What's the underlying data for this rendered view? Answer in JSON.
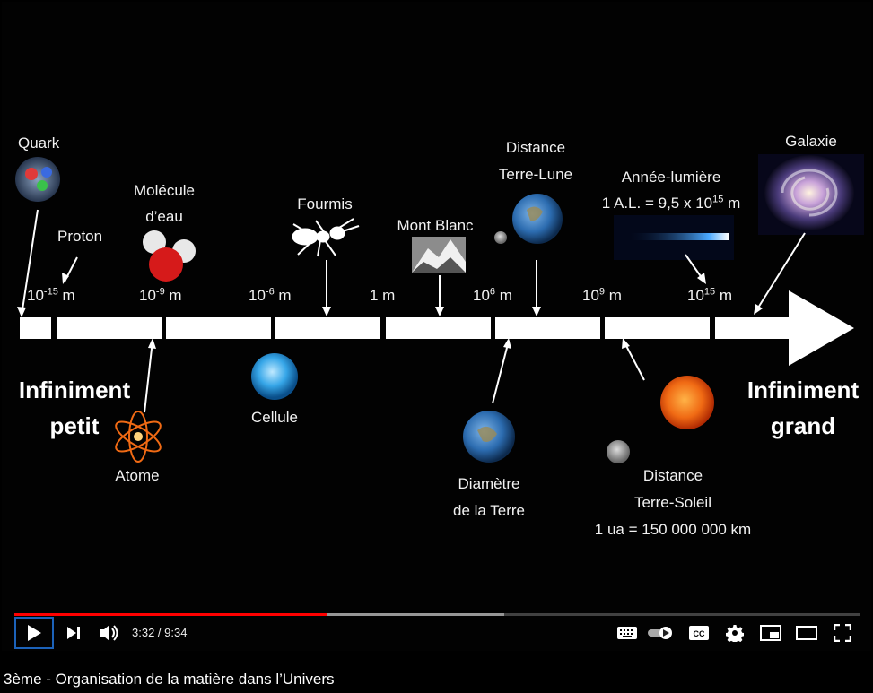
{
  "video": {
    "labels": {
      "quark": "Quark",
      "proton": "Proton",
      "molecule_line1": "Molécule",
      "molecule_line2": "d’eau",
      "fourmis": "Fourmis",
      "mont_blanc": "Mont Blanc",
      "distance_tl_line1": "Distance",
      "distance_tl_line2": "Terre-Lune",
      "annee_lumiere": "Année-lumière",
      "al_value_prefix": "1 A.L. = 9,5 x 10",
      "al_value_exp": "15",
      "al_value_suffix": " m",
      "galaxie": "Galaxie",
      "atome": "Atome",
      "cellule": "Cellule",
      "diametre_line1": "Diamètre",
      "diametre_line2": "de la Terre",
      "distance_ts_line1": "Distance",
      "distance_ts_line2": "Terre-Soleil",
      "ua_value": "1 ua = 150 000 000 km",
      "infiniment_petit_line1": "Infiniment",
      "infiniment_petit_line2": "petit",
      "infiniment_grand_line1": "Infiniment",
      "infiniment_grand_line2": "grand"
    },
    "scale": [
      {
        "base": "10",
        "exp": "-15",
        "unit": " m"
      },
      {
        "base": "10",
        "exp": "-9",
        "unit": " m"
      },
      {
        "base": "10",
        "exp": "-6",
        "unit": " m"
      },
      {
        "base": "1 m",
        "exp": "",
        "unit": ""
      },
      {
        "base": "10",
        "exp": "6",
        "unit": " m"
      },
      {
        "base": "10",
        "exp": "9",
        "unit": " m"
      },
      {
        "base": "10",
        "exp": "15",
        "unit": " m"
      }
    ]
  },
  "controls": {
    "current_time": "3:32",
    "duration": "9:34",
    "time_display": "3:32 / 9:34",
    "played_fraction": 0.37,
    "buffered_fraction": 0.58,
    "icons": {
      "play": "play-icon",
      "next": "next-icon",
      "volume": "volume-icon",
      "keyboard": "keyboard-icon",
      "autoplay": "autoplay-toggle-icon",
      "cc": "cc-icon",
      "settings": "gear-icon",
      "miniplayer": "miniplayer-icon",
      "theater": "theater-icon",
      "fullscreen": "fullscreen-icon"
    },
    "cc_label": "CC"
  },
  "title": "3ème - Organisation de la matière dans l’Univers",
  "colors": {
    "progress_played": "#ff0000",
    "focus_outline": "#1c62b9"
  }
}
